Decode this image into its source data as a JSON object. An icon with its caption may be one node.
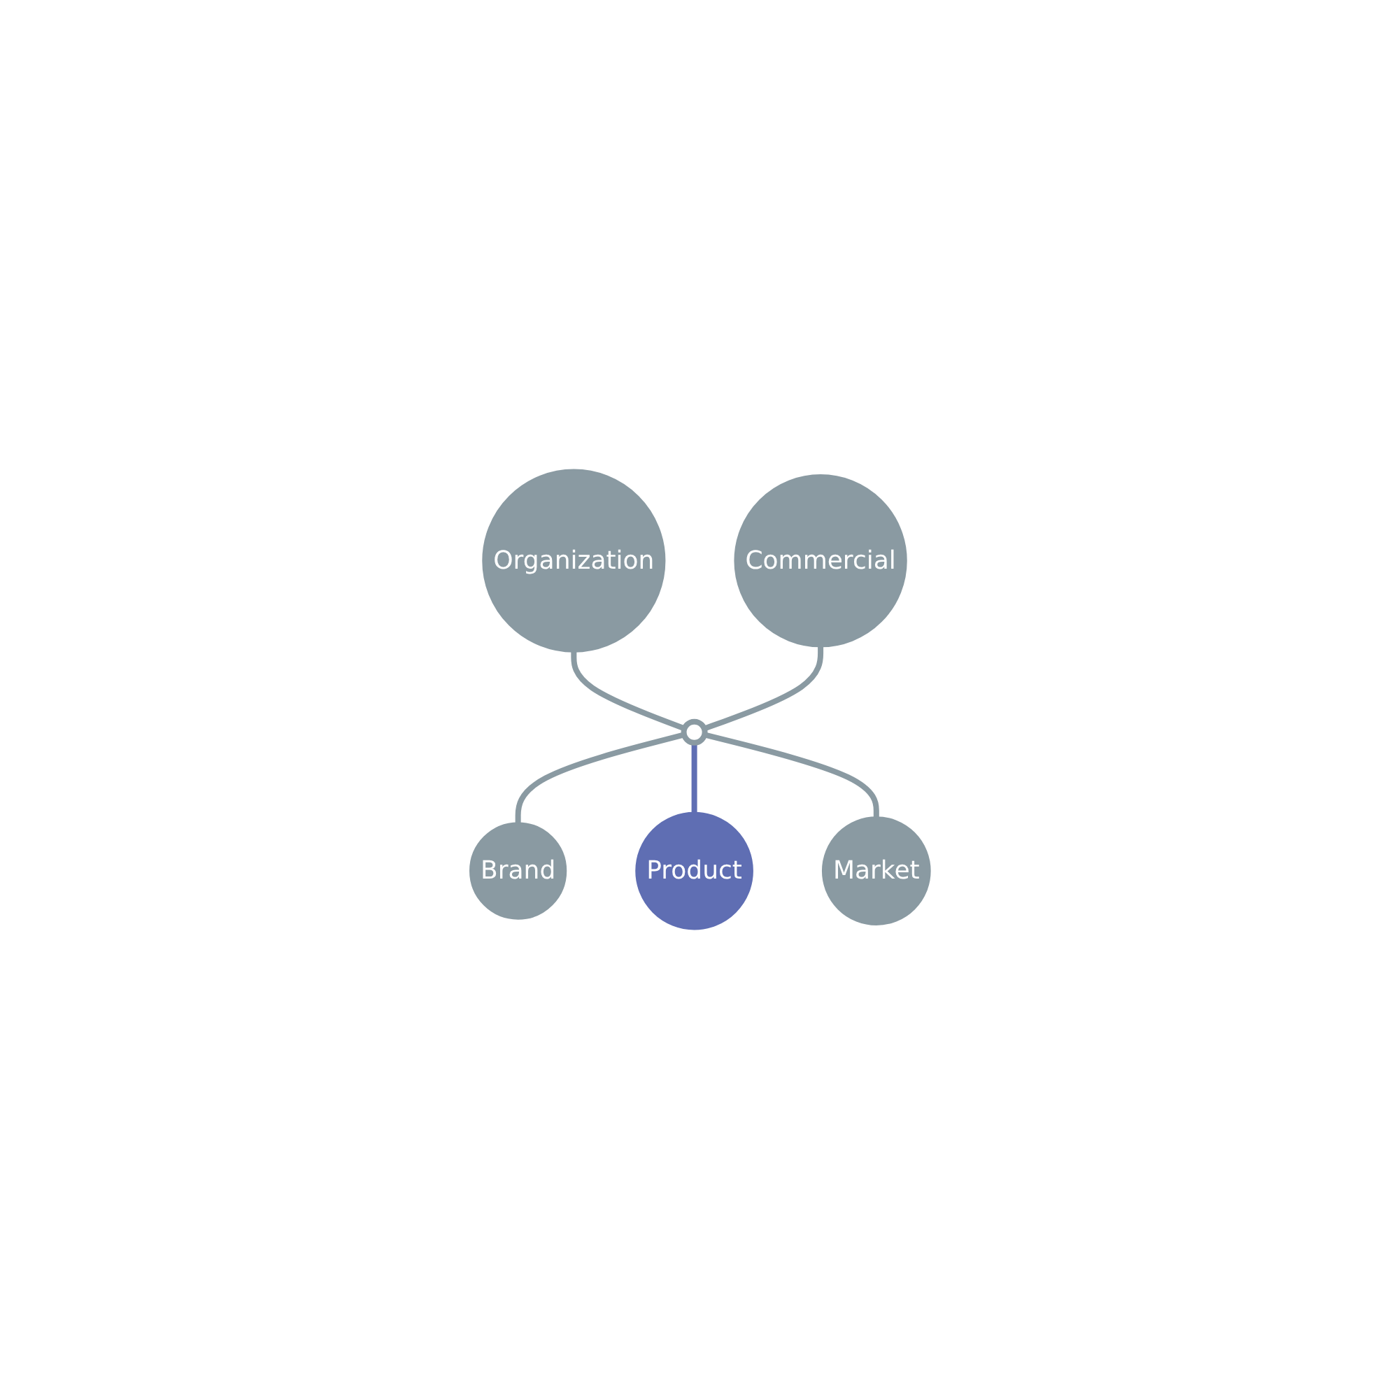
{
  "diagram": {
    "nodes": [
      {
        "text": [
          "Organization"
        ]
      },
      {
        "text": [
          "Commercial"
        ]
      },
      {
        "text": [],
        "shape": "circle"
      },
      {
        "text": [
          "Brand"
        ]
      },
      {
        "text": [
          "Product"
        ]
      },
      {
        "text": [
          "Market"
        ]
      }
    ],
    "edges": [
      {
        "from": 0,
        "to": 2,
        "arrow": "none"
      },
      {
        "from": 1,
        "to": 2,
        "arrow": "none"
      },
      {
        "from": 2,
        "to": 3,
        "arrow": "none"
      },
      {
        "from": 2,
        "to": 4,
        "arrow": "none",
        "color": "#5f6eb3"
      },
      {
        "from": 2,
        "to": 5,
        "arrow": "none"
      }
    ]
  }
}
